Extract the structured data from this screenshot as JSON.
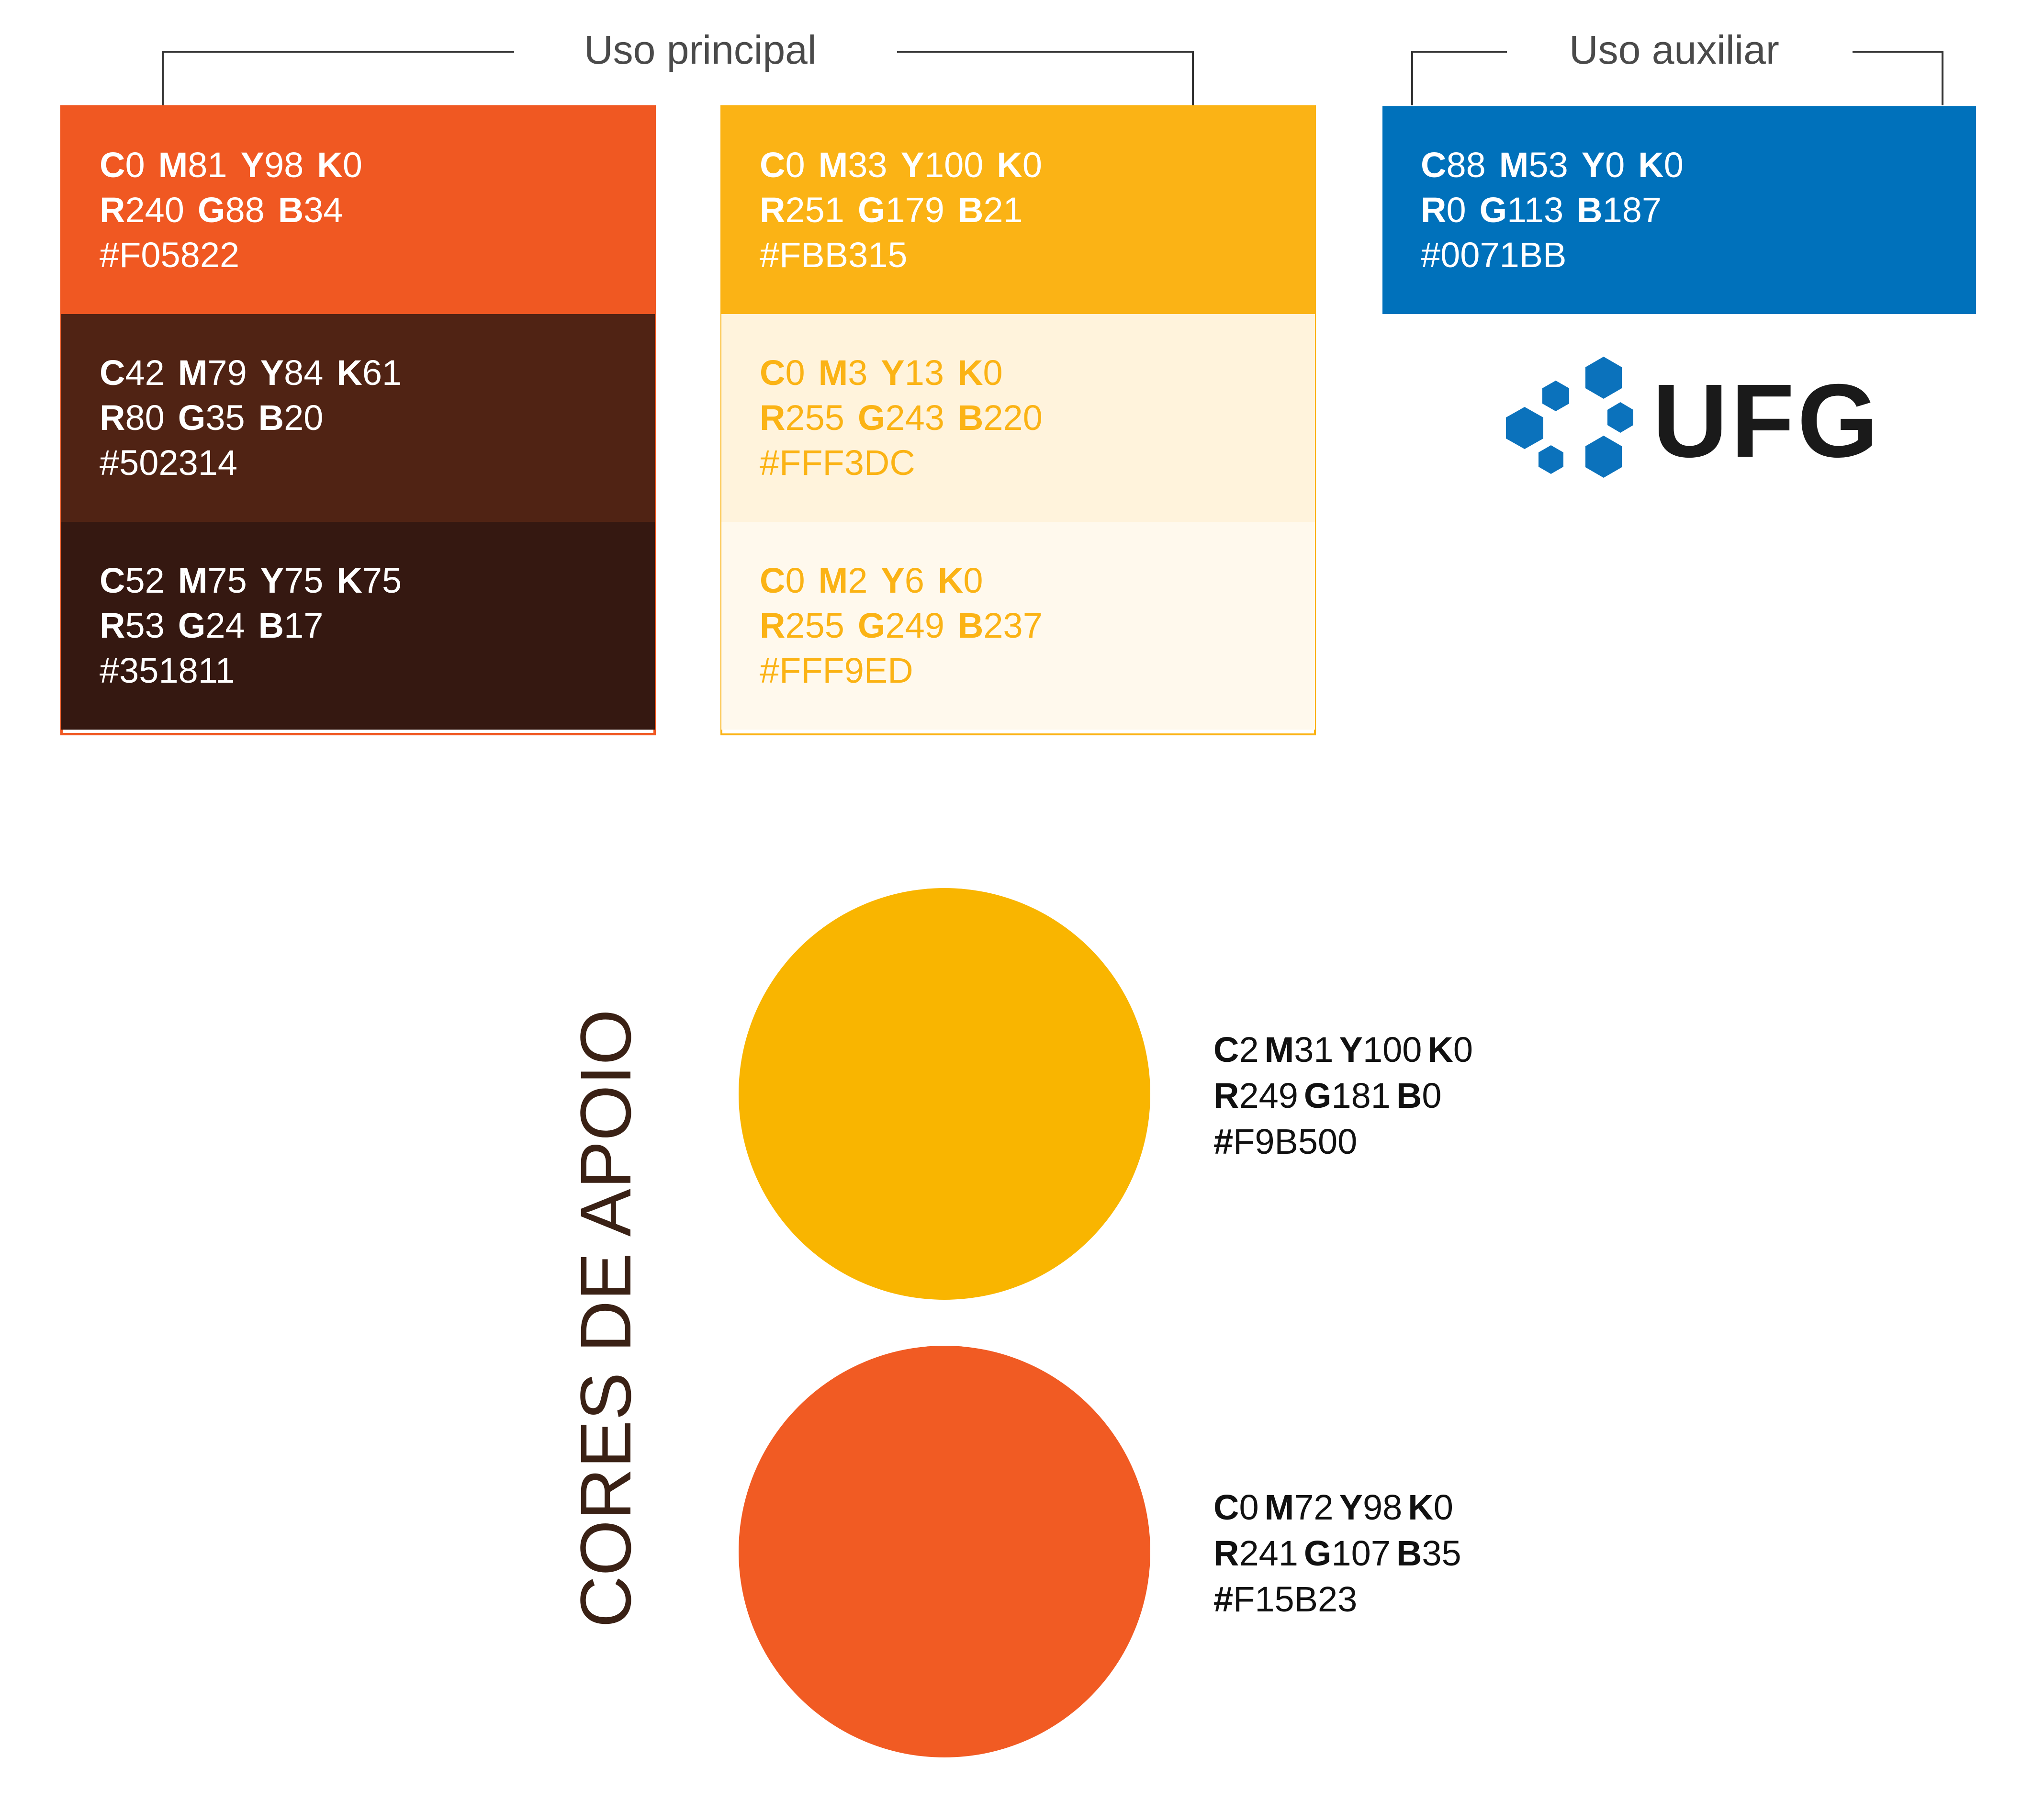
{
  "headers": {
    "principal": "Uso principal",
    "auxiliar": "Uso auxiliar"
  },
  "orange_group": [
    {
      "c": "0",
      "m": "81",
      "y": "98",
      "k": "0",
      "r": "240",
      "g": "88",
      "b": "34",
      "hex": "#F05822",
      "bg": "#F05822",
      "fg": "#ffffff"
    },
    {
      "c": "42",
      "m": "79",
      "y": "84",
      "k": "61",
      "r": "80",
      "g": "35",
      "b": "20",
      "hex": "#502314",
      "bg": "#502314",
      "fg": "#ffffff"
    },
    {
      "c": "52",
      "m": "75",
      "y": "75",
      "k": "75",
      "r": "53",
      "g": "24",
      "b": "17",
      "hex": "#351811",
      "bg": "#351811",
      "fg": "#ffffff"
    }
  ],
  "yellow_group": [
    {
      "c": "0",
      "m": "33",
      "y": "100",
      "k": "0",
      "r": "251",
      "g": "179",
      "b": "21",
      "hex": "#FBB315",
      "bg": "#FBB315",
      "fg": "#ffffff"
    },
    {
      "c": "0",
      "m": "3",
      "y": "13",
      "k": "0",
      "r": "255",
      "g": "243",
      "b": "220",
      "hex": "#FFF3DC",
      "bg": "#FFF3DC",
      "fg": "#FBB315"
    },
    {
      "c": "0",
      "m": "2",
      "y": "6",
      "k": "0",
      "r": "255",
      "g": "249",
      "b": "237",
      "hex": "#FFF9ED",
      "bg": "#FFF9ED",
      "fg": "#FBB315"
    }
  ],
  "blue_group": [
    {
      "c": "88",
      "m": "53",
      "y": "0",
      "k": "0",
      "r": "0",
      "g": "113",
      "b": "187",
      "hex": "#0071BB",
      "bg": "#0071BB",
      "fg": "#ffffff"
    }
  ],
  "logo": {
    "text": "UFG",
    "icon": "hexagon-cluster-icon",
    "color": "#0B72BC"
  },
  "support": {
    "title": "CORES DE APOIO",
    "colors": [
      {
        "c": "2",
        "m": "31",
        "y": "100",
        "k": "0",
        "r": "249",
        "g": "181",
        "b": "0",
        "hex": "#F9B500",
        "swatch": "#F9B500"
      },
      {
        "c": "0",
        "m": "72",
        "y": "98",
        "k": "0",
        "r": "241",
        "g": "107",
        "b": "35",
        "hex": "#F15B23",
        "swatch": "#F15B23"
      }
    ]
  },
  "letters": {
    "c": "C",
    "m": "M",
    "y": "Y",
    "k": "K",
    "r": "R",
    "g": "G",
    "b": "B"
  }
}
